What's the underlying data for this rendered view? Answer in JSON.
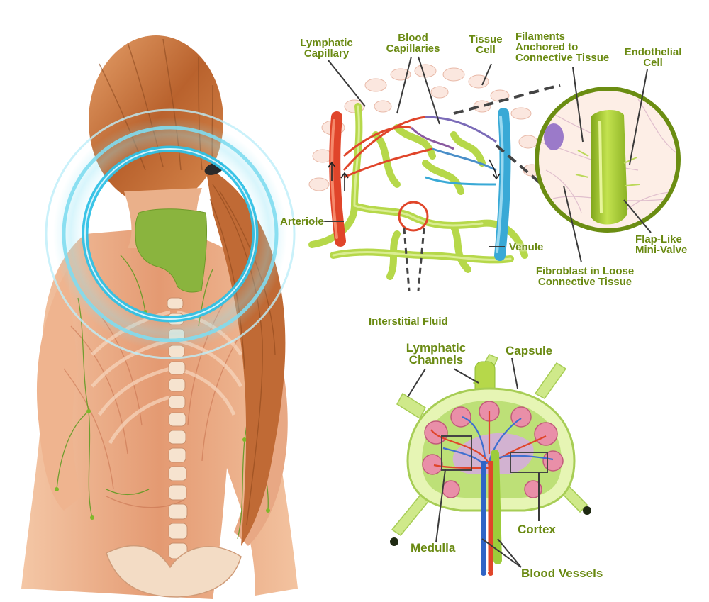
{
  "colors": {
    "label_green": "#6a8a12",
    "lymph_green": "#b6d84a",
    "artery_red": "#e0452a",
    "vein_blue": "#39a9d6",
    "glow_cyan": "#47c9e8",
    "skin": "#e9a07a",
    "hair": "#c9743e"
  },
  "labels": {
    "lymphatic_capillary": "Lymphatic\nCapillary",
    "blood_capillaries": "Blood\nCapillaries",
    "tissue_cell": "Tissue\nCell",
    "filaments": "Filaments\nAnchored to\nConnective Tissue",
    "endothelial_cell": "Endothelial\nCell",
    "arteriole": "Arteriole",
    "venule": "Venule",
    "flap_valve": "Flap-Like\nMini-Valve",
    "fibroblast": "Fibroblast in Loose\nConnective Tissue",
    "interstitial_fluid": "Interstitial Fluid",
    "lymphatic_channels": "Lymphatic\nChannels",
    "capsule": "Capsule",
    "cortex": "Cortex",
    "medulla": "Medulla",
    "blood_vessels": "Blood Vessels"
  },
  "icons": {
    "woman_figure": "woman-back-anatomy-illustration",
    "highlight_rings": "cyan-glow-rings",
    "node_patch": "green-lymph-node-patch",
    "magnifier": "magnified-lymph-capillary-circle"
  }
}
